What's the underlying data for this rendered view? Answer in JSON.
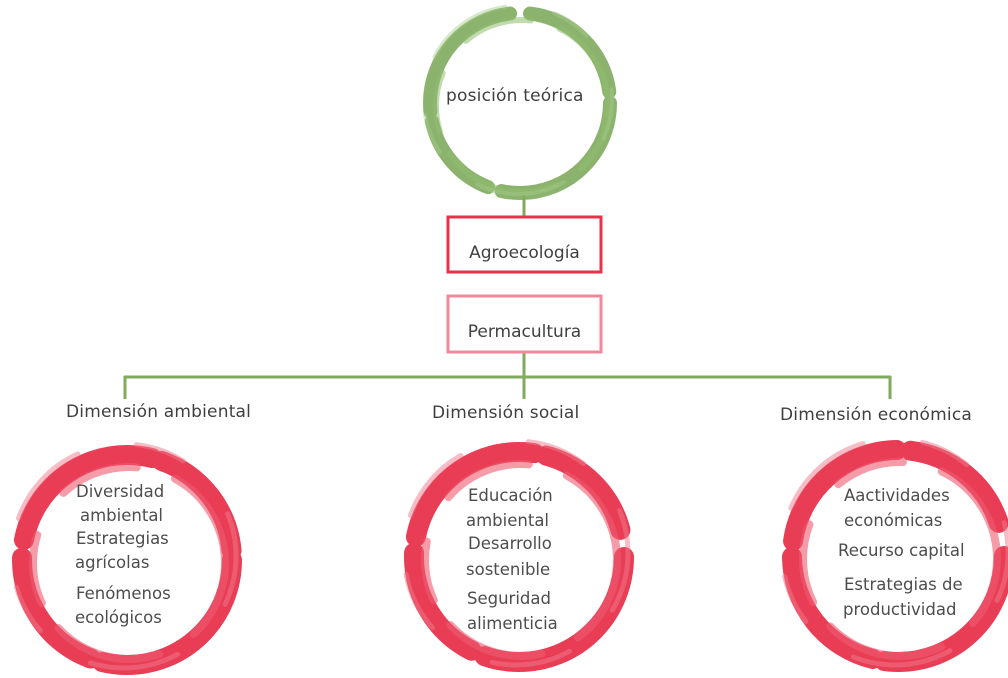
{
  "colors": {
    "green": "#7fab5e",
    "red": "#e8324c",
    "pink": "#ef8a9c",
    "text": "#3f3f3f"
  },
  "root": {
    "label": "posición teórica"
  },
  "boxes": [
    {
      "label": "Agroecología"
    },
    {
      "label": "Permacultura"
    }
  ],
  "dimensions": [
    {
      "title": "Dimensión ambiental",
      "items": [
        "Diversidad",
        "ambiental",
        "Estrategias",
        "agrícolas",
        "Fenómenos",
        "ecológicos"
      ]
    },
    {
      "title": "Dimensión social",
      "items": [
        "Educación",
        "ambiental",
        "Desarrollo",
        "sostenible",
        "Seguridad",
        "alimenticia"
      ]
    },
    {
      "title": "Dimensión económica",
      "items": [
        "Aactividades",
        "económicas",
        "Recurso capital",
        "Estrategias de",
        "productividad"
      ]
    }
  ]
}
